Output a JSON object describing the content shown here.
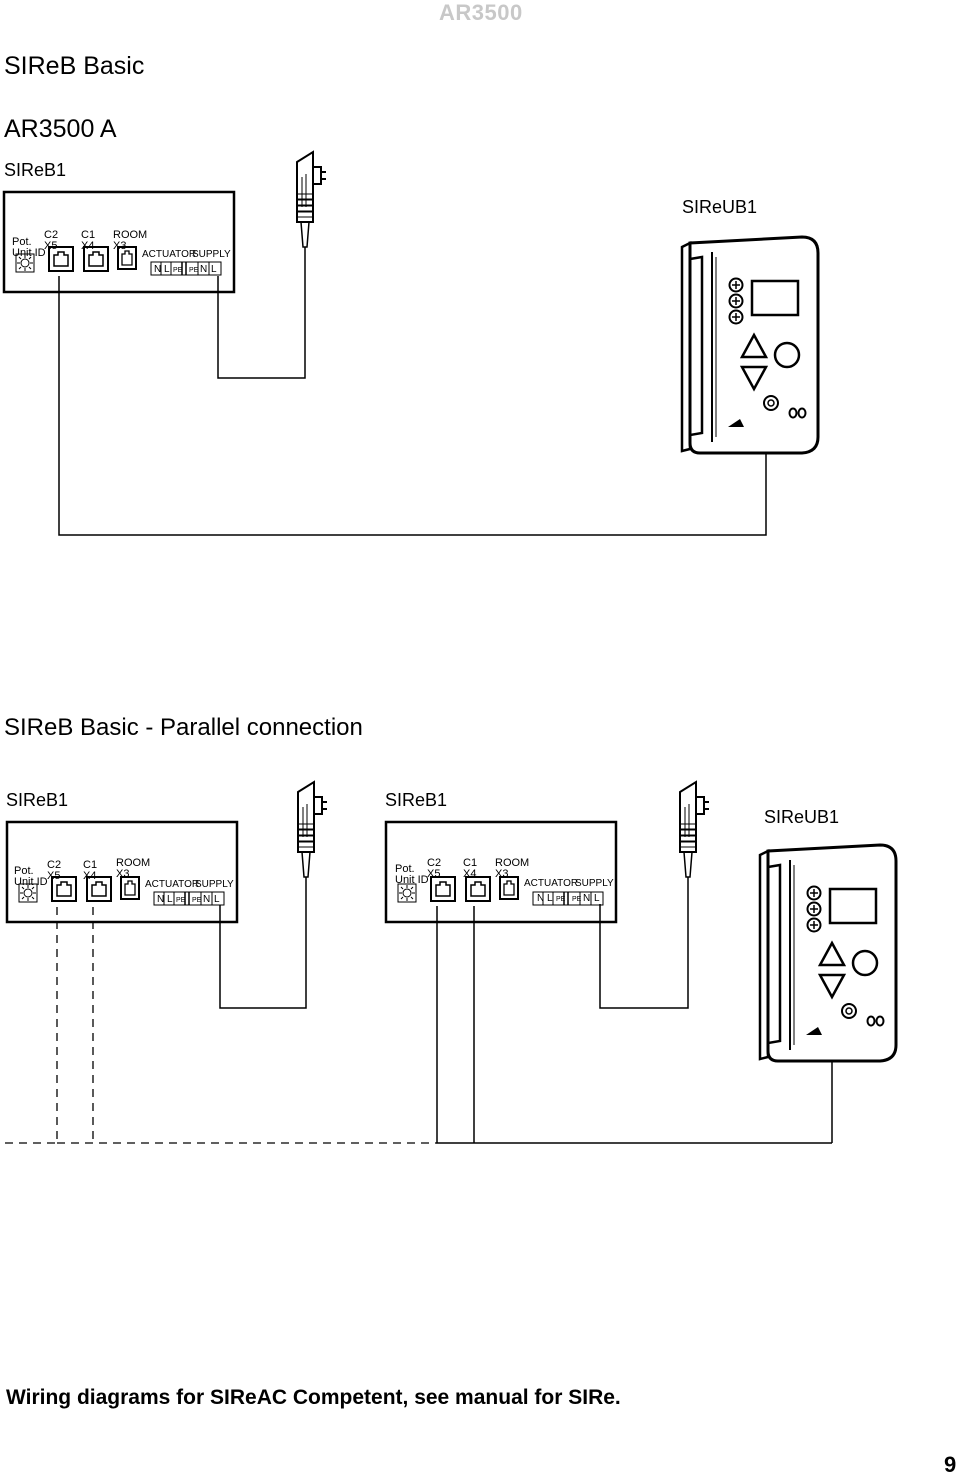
{
  "header": {
    "running_title": "AR3500"
  },
  "sections": {
    "basic": {
      "title": "SIReB Basic",
      "subtitle": "AR3500 A",
      "unit_label": "SIReB1",
      "room_unit_label": "SIReUB1"
    },
    "parallel": {
      "title": "SIReB Basic - Parallel connection",
      "unit1_label": "SIReB1",
      "unit2_label": "SIReB1",
      "room_unit_label": "SIReUB1"
    }
  },
  "terminal_box": {
    "pot": "Pot.",
    "unit_id": "Unit ID",
    "c2": "C2",
    "x5": "X5",
    "c1": "C1",
    "x4": "X4",
    "room": "ROOM",
    "x3": "X3",
    "actuator": "ACTUATOR",
    "supply": "SUPPLY",
    "terminals": [
      "N",
      "L",
      "PE",
      "PE",
      "N",
      "L"
    ]
  },
  "icons": [
    "potentiometer-icon",
    "rj-socket-icon",
    "mains-plug-icon",
    "room-unit-device-icon",
    "fan-icon",
    "up-arrow-icon",
    "down-arrow-icon",
    "power-icon"
  ],
  "footer": {
    "note": "Wiring diagrams for SIReAC Competent, see manual for SIRe.",
    "page_number": "9"
  }
}
